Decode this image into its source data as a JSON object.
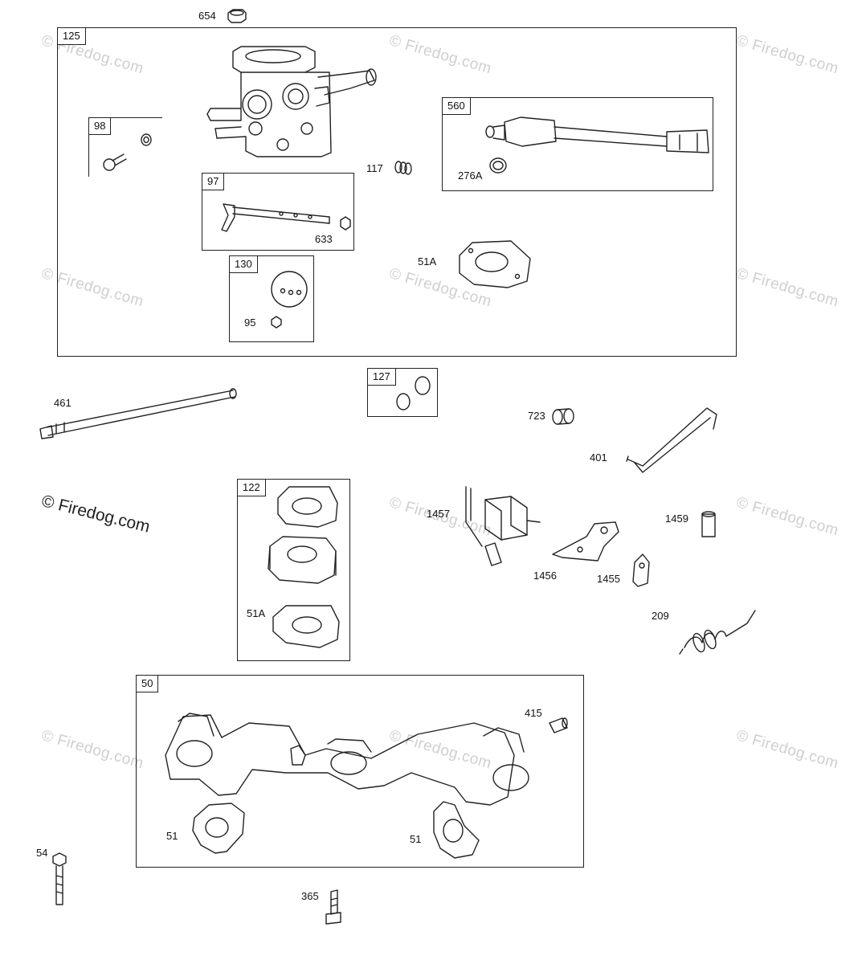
{
  "watermark": {
    "text": "© Firedog.com",
    "prominent_text": "© Firedog.com"
  },
  "groups": {
    "g125": "125",
    "g98": "98",
    "g97": "97",
    "g130": "130",
    "g560": "560",
    "g127": "127",
    "g122": "122",
    "g50": "50"
  },
  "labels": {
    "p654": "654",
    "p117": "117",
    "p633": "633",
    "p276A": "276A",
    "p51A_top": "51A",
    "p95": "95",
    "p461": "461",
    "p723": "723",
    "p401": "401",
    "p1457": "1457",
    "p1459": "1459",
    "p1456": "1456",
    "p1455": "1455",
    "p209": "209",
    "p51A_mid": "51A",
    "p415": "415",
    "p51_left": "51",
    "p51_right": "51",
    "p54": "54",
    "p365": "365"
  }
}
